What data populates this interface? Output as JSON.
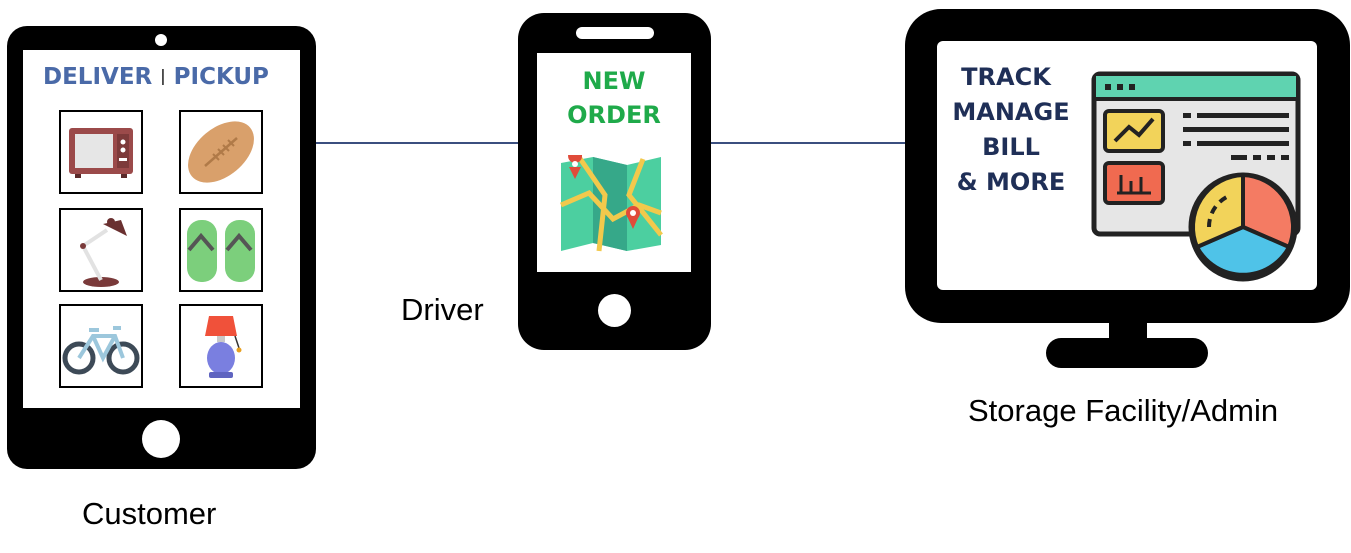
{
  "customer": {
    "caption": "Customer",
    "heading_left": "DELIVER",
    "heading_sep": "|",
    "heading_right": "PICKUP",
    "heading_color": "#4a6aa8",
    "items": [
      "microwave-icon",
      "football-icon",
      "desk-lamp-icon",
      "flip-flops-icon",
      "bicycle-icon",
      "table-lamp-icon"
    ]
  },
  "driver": {
    "caption": "Driver",
    "heading_line1": "NEW",
    "heading_line2": "ORDER",
    "heading_color": "#1faa4a",
    "icon": "map-icon"
  },
  "admin": {
    "caption": "Storage Facility/Admin",
    "lines": [
      "TRACK",
      "MANAGE",
      "BILL",
      "& MORE"
    ],
    "heading_color": "#1f2f57",
    "icon": "dashboard-icon"
  },
  "colors": {
    "device": "#000000",
    "connector": "#3b4f7f"
  }
}
